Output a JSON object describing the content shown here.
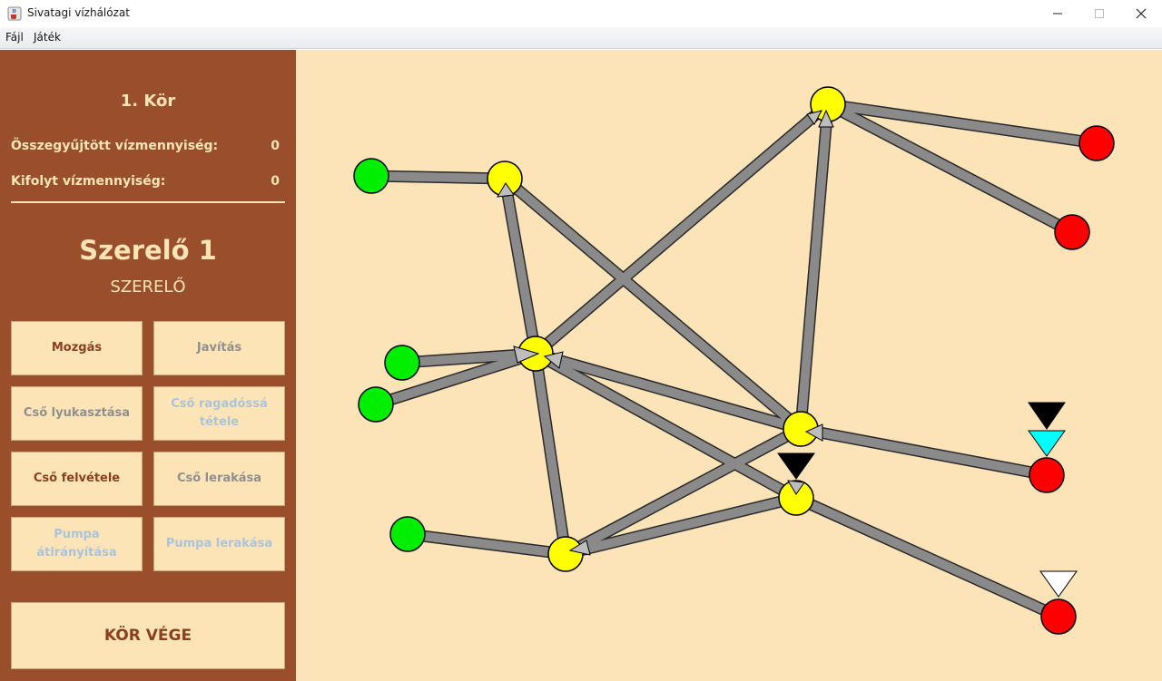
{
  "window": {
    "title": "Sivatagi vízhálózat",
    "minimize_icon": "minimize-icon",
    "maximize_icon": "maximize-icon",
    "close_icon": "close-icon",
    "app_icon": "java-cup-icon"
  },
  "menu": {
    "file": "Fájl",
    "game": "Játék"
  },
  "sidebar": {
    "round": "1. Kör",
    "collected_label": "Összegyűjtött vízmennyiség:",
    "collected_value": "0",
    "leaked_label": "Kifolyt vízmennyiség:",
    "leaked_value": "0",
    "player_name": "Szerelő 1",
    "player_role": "SZERELŐ",
    "actions": {
      "move": "Mozgás",
      "repair": "Javítás",
      "puncture": "Cső lyukasztása",
      "sticky": "Cső ragadóssá tétele",
      "pick_pipe": "Cső felvétele",
      "place_pipe": "Cső lerakása",
      "redirect_pump": "Pumpa átirányítása",
      "place_pump": "Pumpa lerakása"
    },
    "end_round": "KÖR VÉGE"
  },
  "colors": {
    "sidebar_bg": "#9a4f2c",
    "canvas_bg": "#fde3b8",
    "button_bg": "#fde4b6",
    "spring": "#00ee00",
    "pump": "#ffff00",
    "cistern": "#ff0000",
    "pipe": "#808080",
    "player_marker": "#000000",
    "saboteur_marker": "#00ffff",
    "other_marker": "#ffffff"
  },
  "network": {
    "springs": [
      "spring-1",
      "spring-2",
      "spring-3",
      "spring-4"
    ],
    "pumps": [
      "pump-1",
      "pump-2",
      "pump-3",
      "pump-4",
      "pump-5",
      "pump-6"
    ],
    "cisterns": [
      "cistern-1",
      "cistern-2",
      "cistern-3",
      "cistern-4"
    ]
  }
}
